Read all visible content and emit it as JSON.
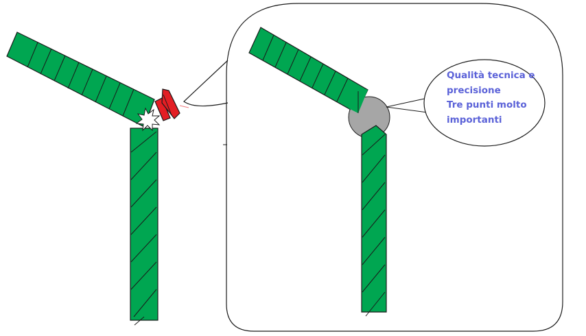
{
  "colors": {
    "beam_fill": "#00a651",
    "beam_stroke": "#1a1a1a",
    "joint_gray": "#a6a6a6",
    "welder_red": "#e31e24",
    "callout_text": "#5b62d8",
    "outline": "#1a1a1a",
    "background": "#ffffff"
  },
  "callout": {
    "line1": "Qualità tecnica e",
    "line2": "precisione",
    "line3": "Tre punti molto",
    "line4": "importanti"
  },
  "icons": {
    "welder": "welding-torch-icon",
    "spark": "spark-icon"
  }
}
